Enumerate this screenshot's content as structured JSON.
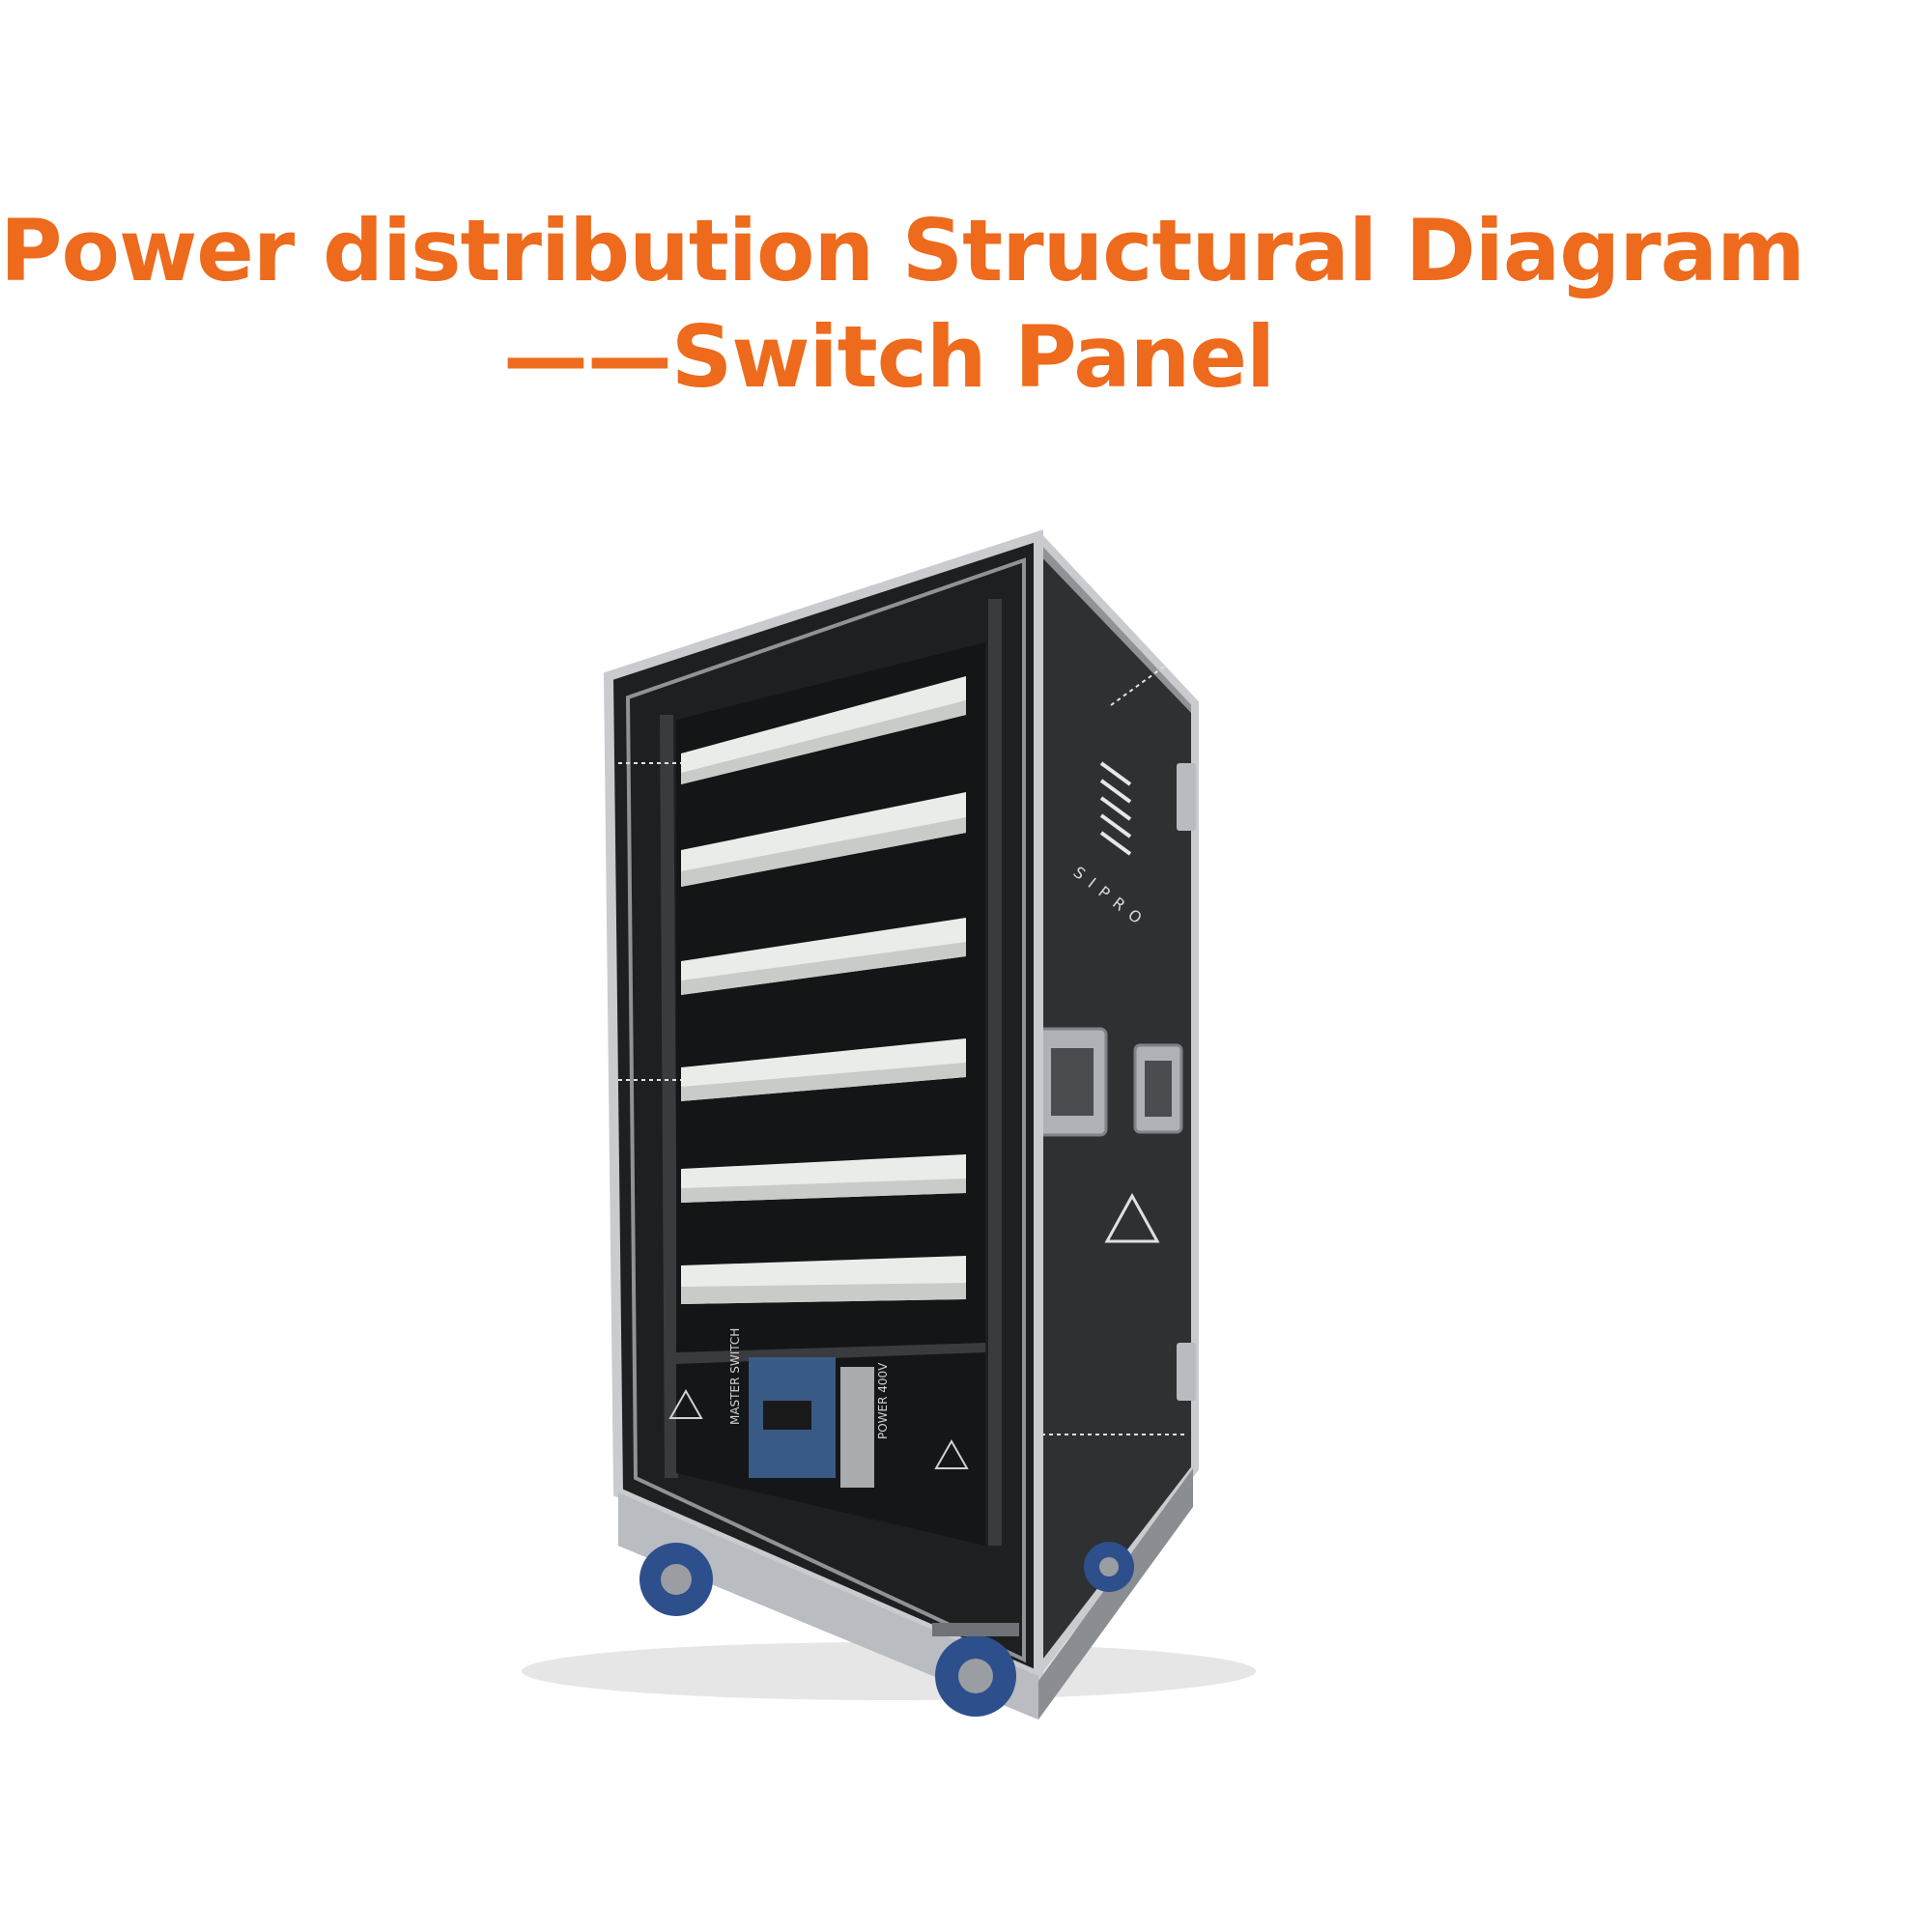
{
  "heading": {
    "line1": "Power distribution Structural Diagram",
    "line2": "——Switch Panel"
  },
  "cabinet": {
    "brand_logo": "SIPRO",
    "breaker_rows": 6,
    "master_switch_label": "MASTER SWITCH",
    "power_label": "POWER 400V"
  },
  "colors": {
    "title": "#ee6a1c",
    "case_body": "#2b2b2d",
    "aluminium_trim": "#c9cbcf",
    "breaker": "#e9ece9",
    "caster_wheel": "#2d4f8c"
  }
}
